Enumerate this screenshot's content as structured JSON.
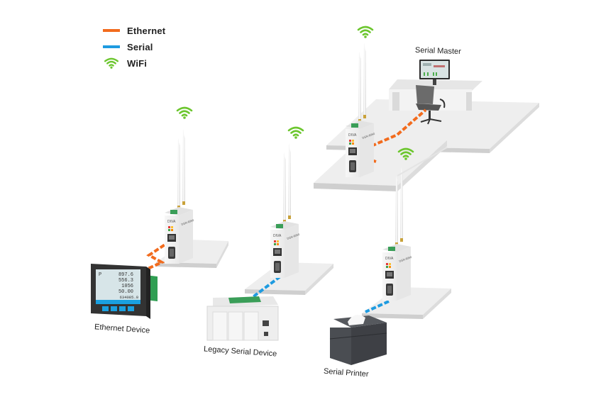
{
  "legend": [
    {
      "label": "Ethernet",
      "type": "line",
      "color": "#f26b1d"
    },
    {
      "label": "Serial",
      "type": "line",
      "color": "#1e9be0"
    },
    {
      "label": "WiFi",
      "type": "wifi",
      "color": "#6cc62e"
    }
  ],
  "colors": {
    "ethernet": "#f26b1d",
    "serial": "#1e9be0",
    "wifi": "#6cc62e",
    "platform_top": "#eeeeee",
    "platform_edge": "#cfcfcf"
  },
  "gateway": {
    "brand": "DIVA",
    "model": "DSN-6050"
  },
  "nodes": [
    {
      "id": "serial-master",
      "label": "Serial Master",
      "link": "ethernet"
    },
    {
      "id": "ethernet-device",
      "label": "Ethernet Device",
      "link": "ethernet"
    },
    {
      "id": "legacy-serial-device",
      "label": "Legacy Serial Device",
      "link": "serial"
    },
    {
      "id": "serial-printer",
      "label": "Serial Printer",
      "link": "serial"
    }
  ],
  "meter_readings": [
    "P",
    "897.6",
    "556.3",
    "1056",
    "50.00",
    "634085.0"
  ]
}
